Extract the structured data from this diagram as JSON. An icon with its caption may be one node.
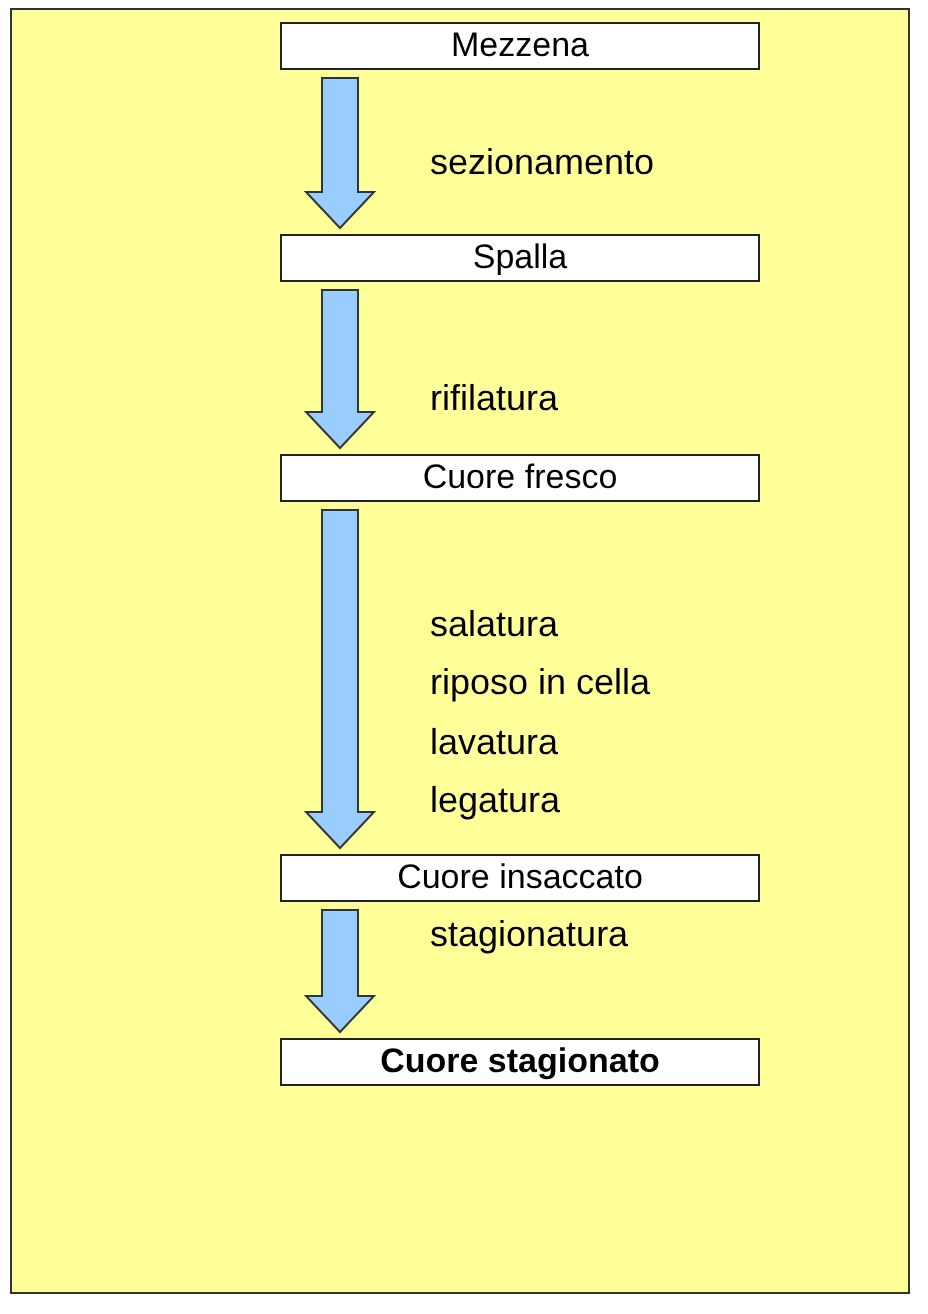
{
  "diagram": {
    "nodes": [
      {
        "text": [
          "Mezzena"
        ]
      },
      {
        "text": [
          "Spalla"
        ]
      },
      {
        "text": [
          "Cuore fresco"
        ]
      },
      {
        "text": [
          "Cuore insaccato"
        ]
      },
      {
        "text": [
          "Cuore stagionato"
        ]
      }
    ],
    "edges": [
      {
        "from": 0,
        "to": 1,
        "arrow": "to",
        "label": "sezionamento"
      },
      {
        "from": 1,
        "to": 2,
        "arrow": "to",
        "label": "rifilatura"
      },
      {
        "from": 2,
        "to": 3,
        "arrow": "to"
      },
      {
        "from": 3,
        "to": 4,
        "arrow": "to",
        "label": "stagionatura"
      }
    ],
    "labels": [
      "salatura",
      "riposo in cella",
      "lavatura",
      "legatura"
    ]
  }
}
